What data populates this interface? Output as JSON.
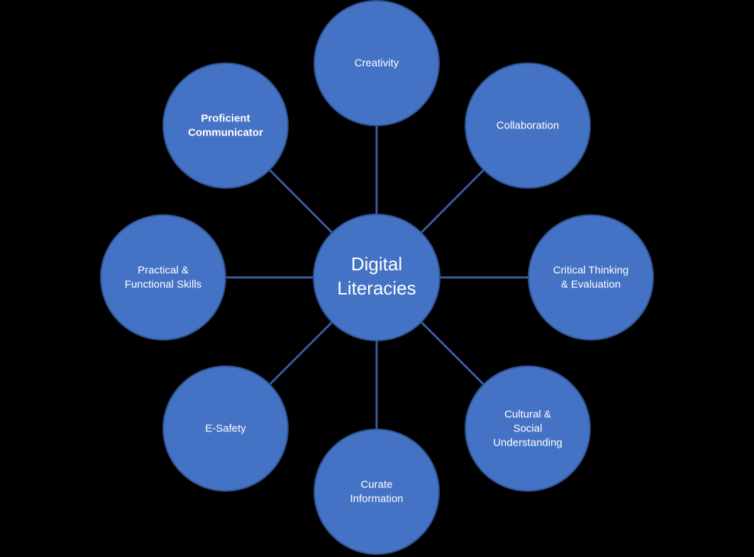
{
  "diagram": {
    "colors": {
      "background": "#000000",
      "node_fill": "#4472C4",
      "node_border": "#2F528F",
      "connector": "#3A5BA0",
      "text": "#FFFFFF"
    },
    "center": {
      "lines": [
        "Digital",
        "Literacies"
      ]
    },
    "nodes": [
      {
        "id": "creativity",
        "lines": [
          "Creativity"
        ],
        "bold": false
      },
      {
        "id": "collaboration",
        "lines": [
          "Collaboration"
        ],
        "bold": false
      },
      {
        "id": "critical-thinking",
        "lines": [
          "Critical Thinking",
          "& Evaluation"
        ],
        "bold": false
      },
      {
        "id": "cultural-social",
        "lines": [
          "Cultural &",
          "Social",
          "Understanding"
        ],
        "bold": false
      },
      {
        "id": "curate-information",
        "lines": [
          "Curate",
          "Information"
        ],
        "bold": false
      },
      {
        "id": "e-safety",
        "lines": [
          "E-Safety"
        ],
        "bold": false
      },
      {
        "id": "practical-functional",
        "lines": [
          "Practical &",
          "Functional Skills"
        ],
        "bold": false
      },
      {
        "id": "proficient-communicator",
        "lines": [
          "Proficient",
          "Communicator"
        ],
        "bold": true
      }
    ]
  }
}
